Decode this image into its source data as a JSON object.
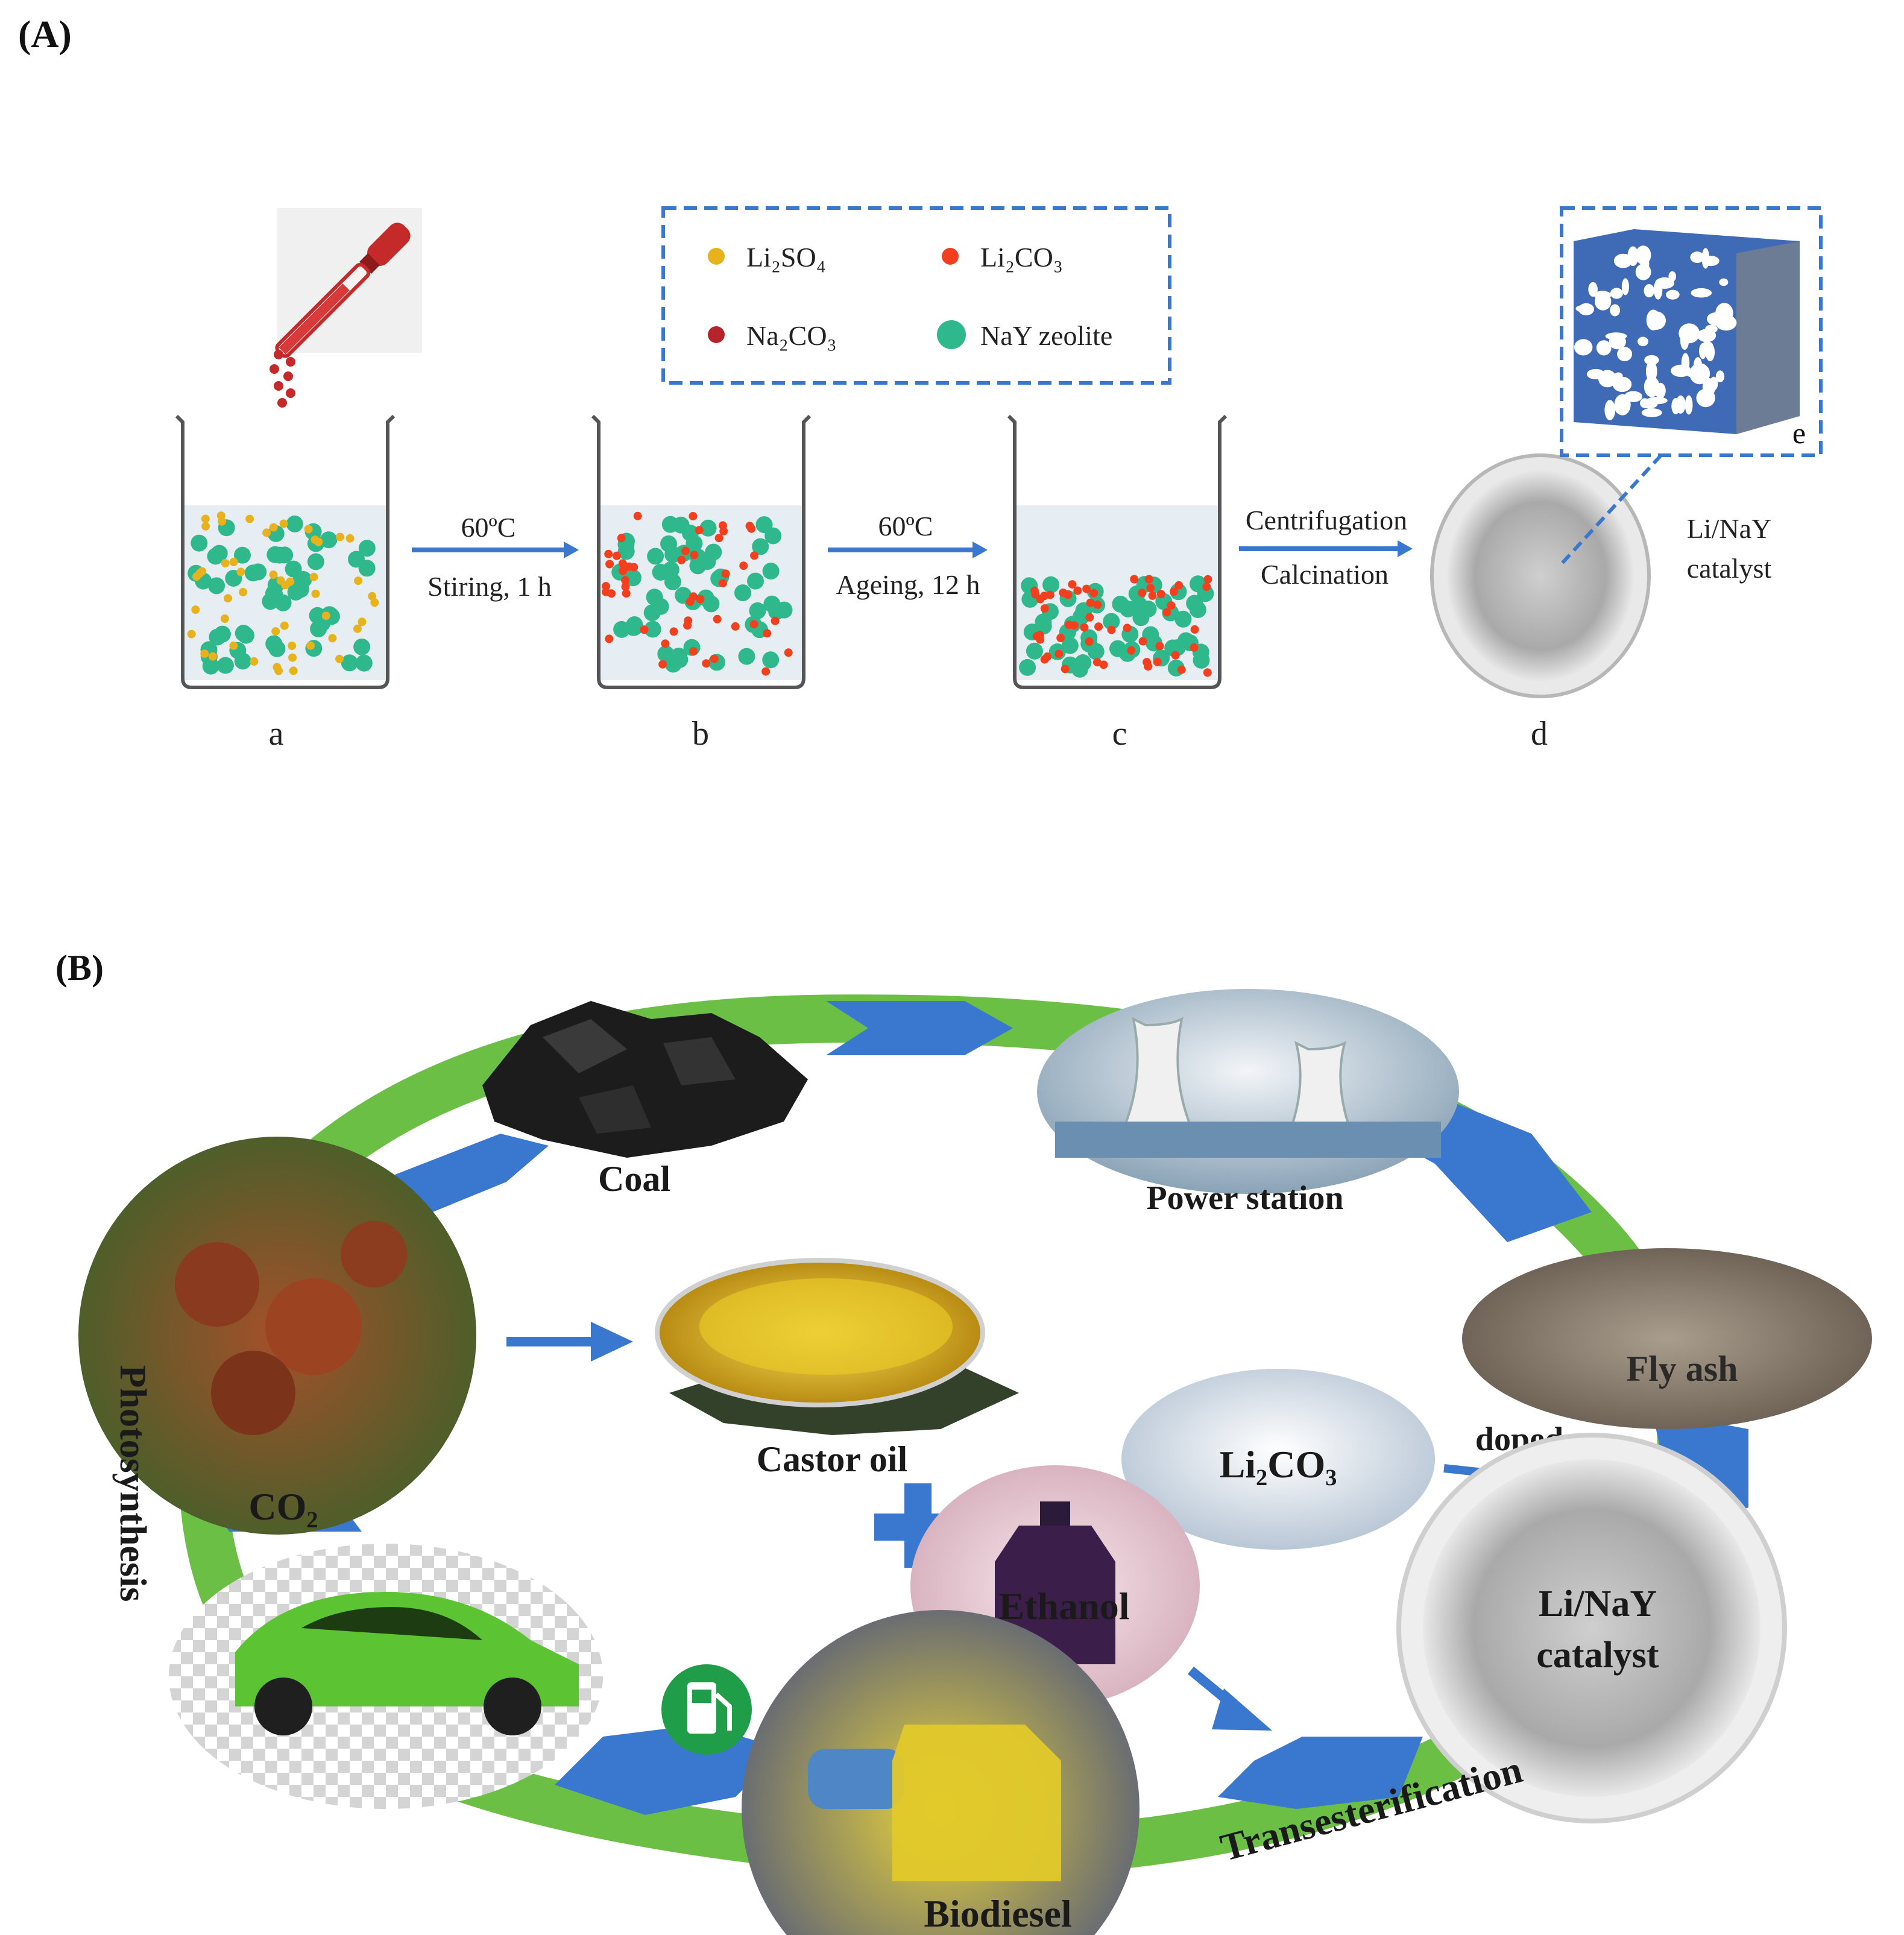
{
  "panel_a": {
    "label": "(A)",
    "legend": {
      "items": [
        {
          "text": "Li₂SO₄",
          "color": "#e7b21c"
        },
        {
          "text": "Li₂CO₃",
          "color": "#f2401e"
        },
        {
          "text": "Na₂CO₃",
          "color": "#b5242b"
        },
        {
          "text": "NaY zeolite",
          "color": "#2fb88c"
        }
      ]
    },
    "steps": [
      {
        "line1": "60ºC",
        "line2": "Stiring, 1 h"
      },
      {
        "line1": "60ºC",
        "line2": "Ageing, 12 h"
      },
      {
        "line1": "Centrifugation",
        "line2": "Calcination"
      }
    ],
    "stage_labels": [
      "a",
      "b",
      "c",
      "d"
    ],
    "inset_label": "e",
    "product_label": {
      "line1": "Li/NaY",
      "line2": "catalyst"
    }
  },
  "panel_b": {
    "label": "(B)",
    "nodes": {
      "coal": "Coal",
      "power_station": "Power station",
      "fly_ash": "Fly ash",
      "li2co3": "Li₂CO₃",
      "doped": "doped",
      "castor_oil": "Castor oil",
      "ethanol": "Ethanol",
      "catalyst_line1": "Li/NaY",
      "catalyst_line2": "catalyst",
      "transesterification": "Transesterification",
      "biodiesel": "Biodiesel",
      "co2": "CO₂",
      "photosynthesis": "Photosynthesis"
    },
    "colors": {
      "cycle_green": "#6cbf45",
      "arrow_blue": "#3a78cf"
    }
  }
}
